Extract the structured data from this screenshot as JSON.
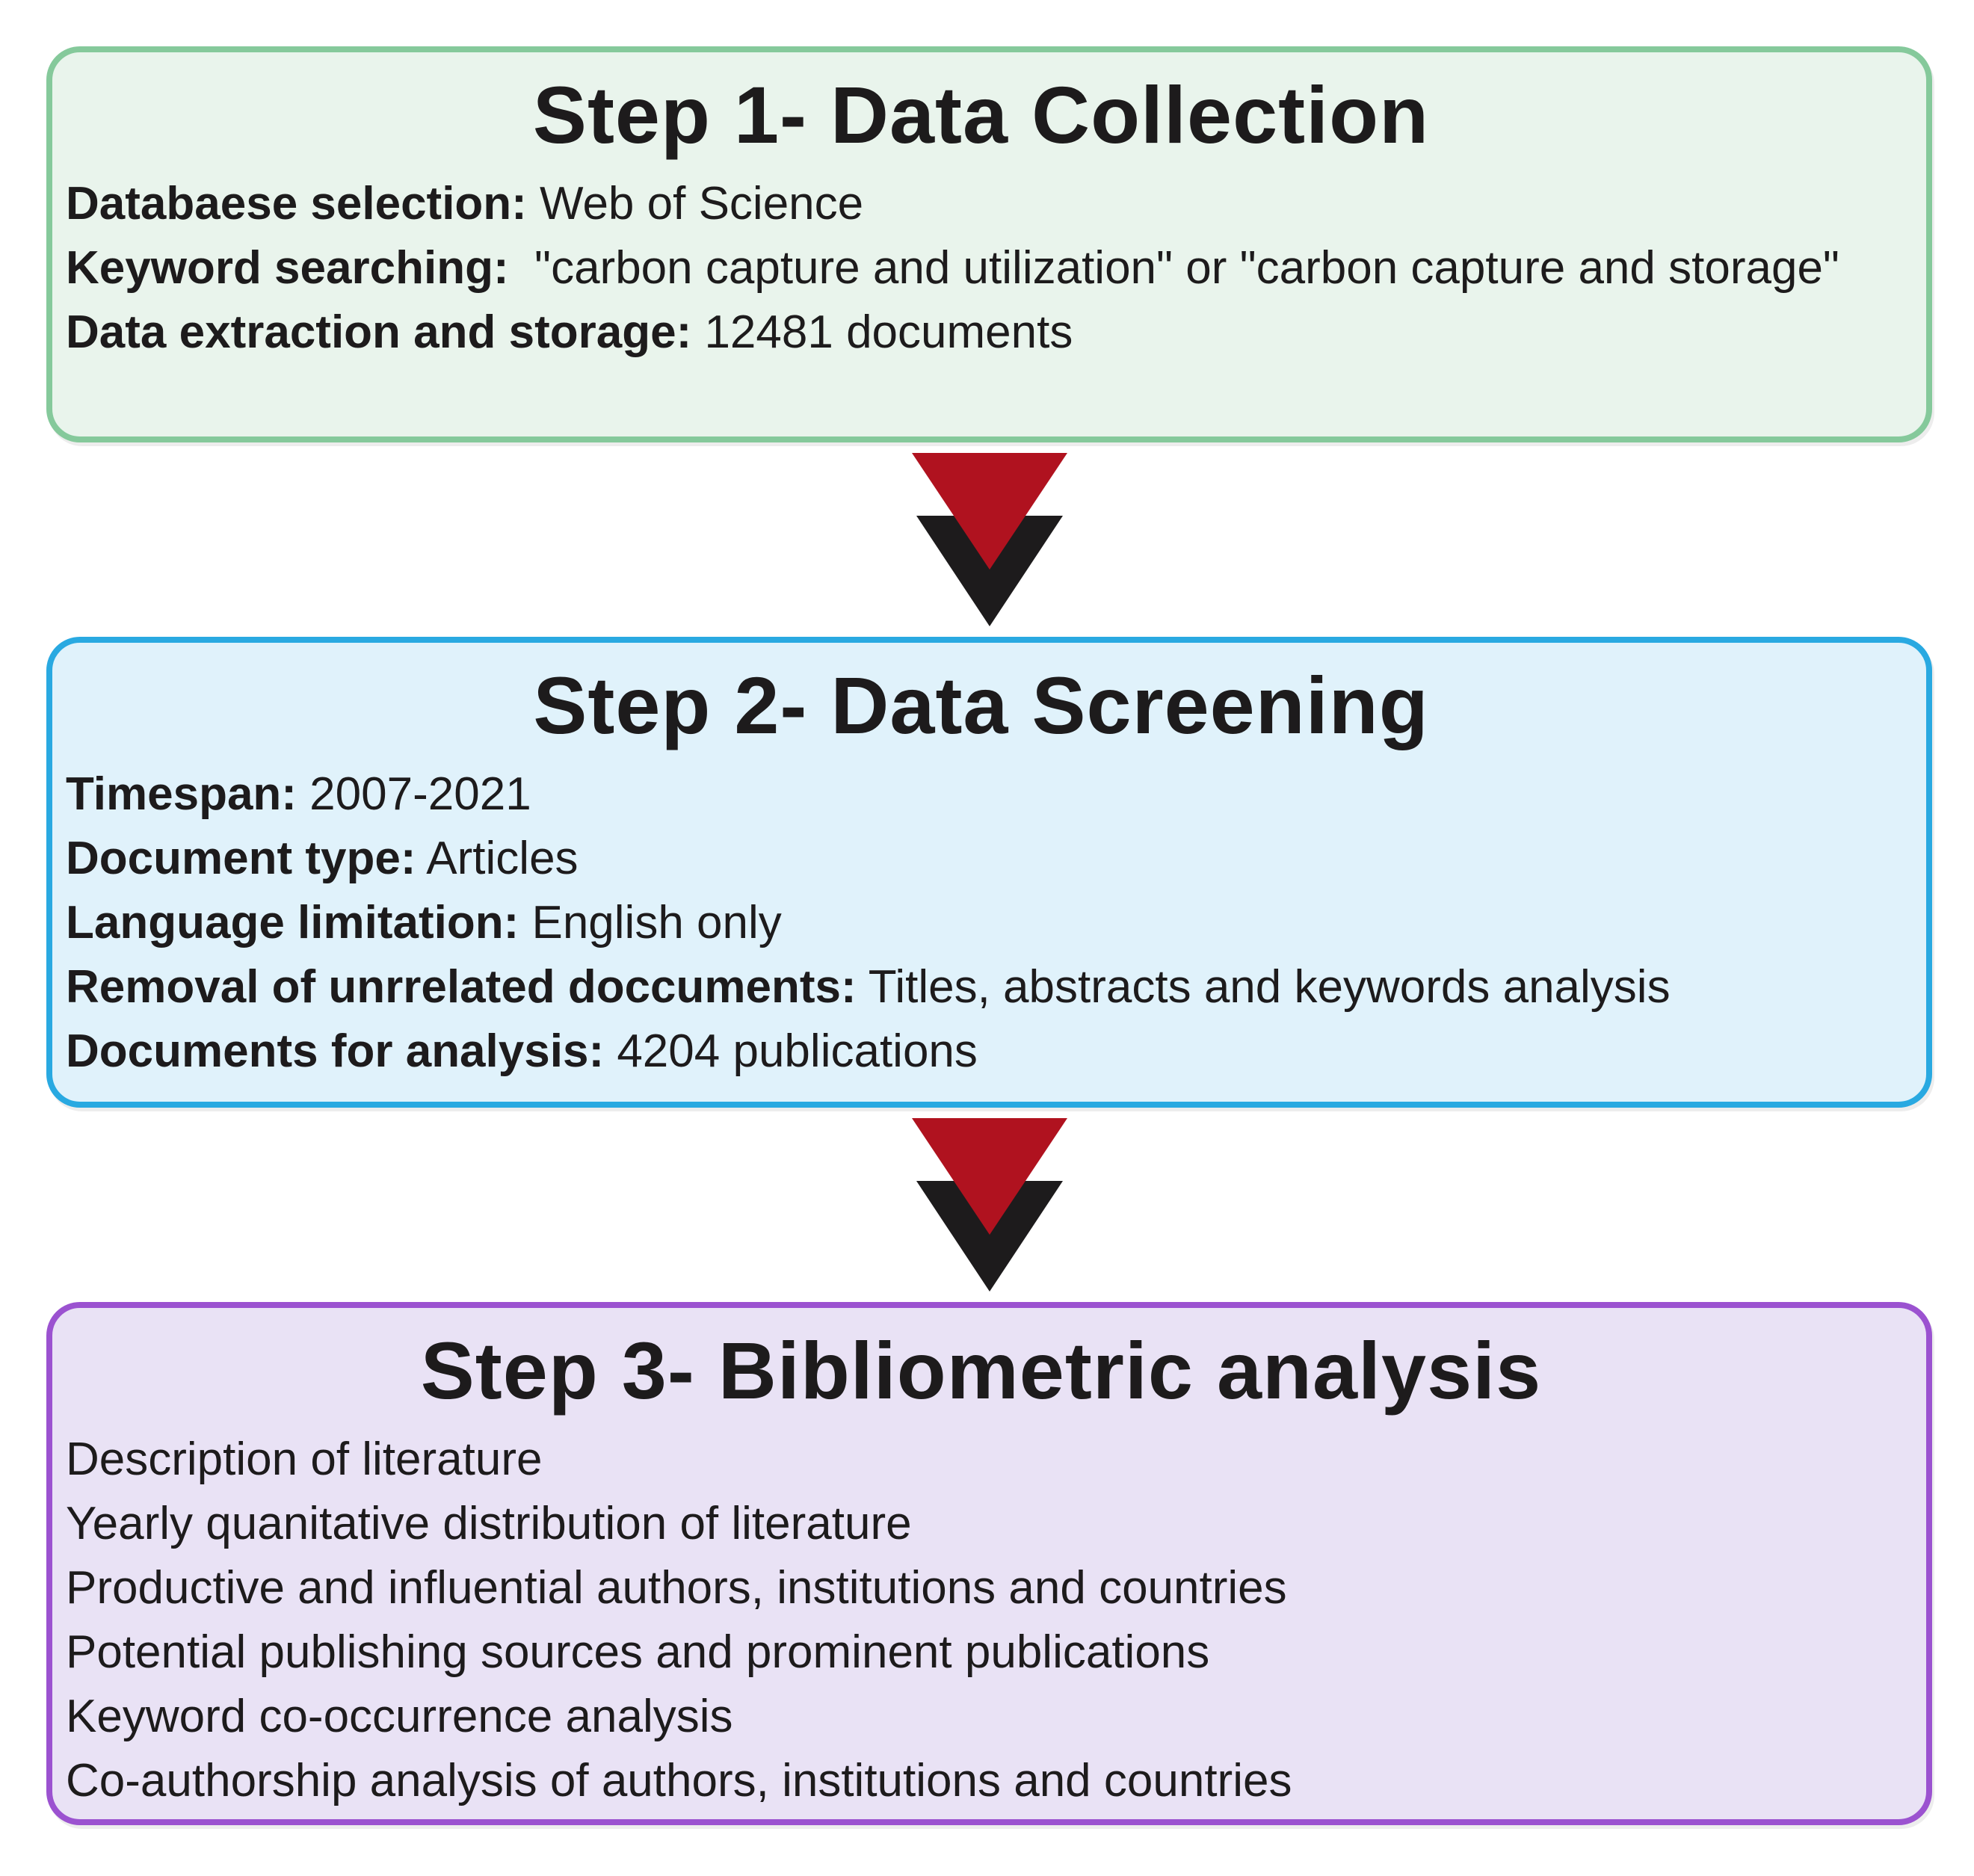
{
  "figure": {
    "background": "#ffffff",
    "text_color": "#1d1b1c"
  },
  "arrow": {
    "red": "#b0121f",
    "black": "#1d1b1c"
  },
  "steps": [
    {
      "title": "Step 1- Data Collection",
      "border_color": "#85c99b",
      "fill_color": "#e9f4ec",
      "lines": [
        {
          "label": "Databaese selection:",
          "text": " Web of Science"
        },
        {
          "label": "Keyword searching:",
          "text": "  \"carbon capture and utilization\" or \"carbon capture and storage\""
        },
        {
          "label": "Data extraction and storage:",
          "text": " 12481 documents"
        }
      ]
    },
    {
      "title": "Step 2- Data Screening",
      "border_color": "#29a9e1",
      "fill_color": "#e0f2fb",
      "lines": [
        {
          "label": "Timespan:",
          "text": " 2007-2021"
        },
        {
          "label": "Document type:",
          "text": " Articles"
        },
        {
          "label": "Language limitation:",
          "text": " English only"
        },
        {
          "label": "Removal of unrrelated doccuments:",
          "text": " Titles, abstracts and keywords analysis"
        },
        {
          "label": "Documents for analysis:",
          "text": " 4204 publications"
        }
      ]
    },
    {
      "title": "Step 3- Bibliometric analysis",
      "border_color": "#9b52d0",
      "fill_color": "#e9e2f5",
      "lines": [
        {
          "label": "",
          "text": "Description of literature"
        },
        {
          "label": "",
          "text": "Yearly quanitative distribution of literature"
        },
        {
          "label": "",
          "text": "Productive and influential authors, institutions and countries"
        },
        {
          "label": "",
          "text": "Potential publishing sources and prominent publications"
        },
        {
          "label": "",
          "text": "Keyword co-occurrence analysis"
        },
        {
          "label": "",
          "text": "Co-authorship analysis of authors, institutions and countries"
        }
      ]
    }
  ]
}
